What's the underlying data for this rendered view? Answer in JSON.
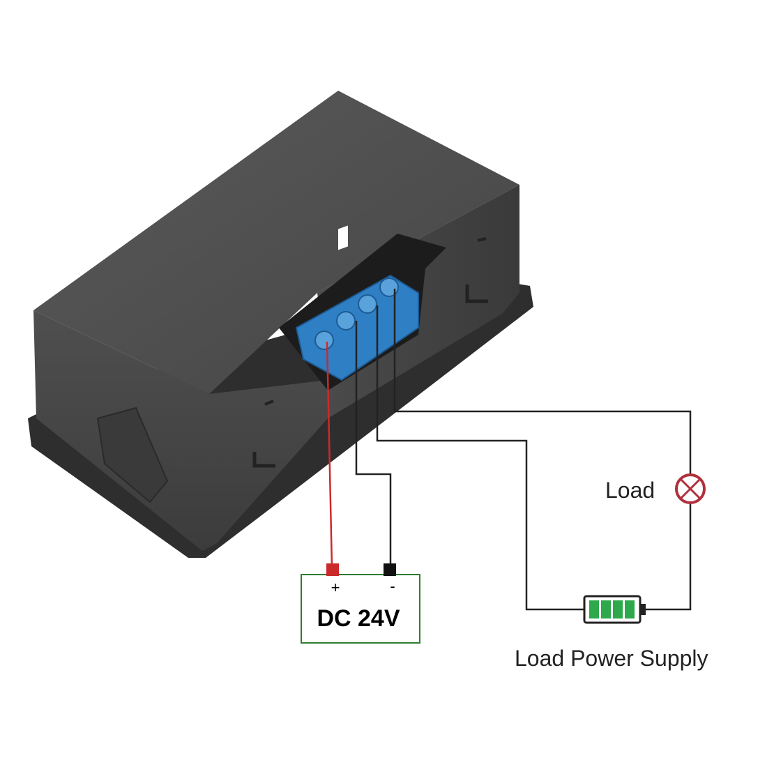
{
  "labels": {
    "load": "Load",
    "load_power_supply": "Load Power Supply",
    "dc_supply": "DC 24V",
    "plus": "+",
    "minus": "-"
  },
  "colors": {
    "device_body": "#4a4a4a",
    "device_shadow": "#2b2b2b",
    "terminal_block": "#2f7fc4",
    "terminal_screw": "#5aa2dc",
    "wire": "#222222",
    "wire_positive": "#cc2a2a",
    "battery_cell": "#2da84a",
    "dc_box_border": "#2e7d32",
    "lamp": "#b0303c"
  },
  "icons": {
    "load": "lamp-icon",
    "supply": "battery-icon"
  }
}
